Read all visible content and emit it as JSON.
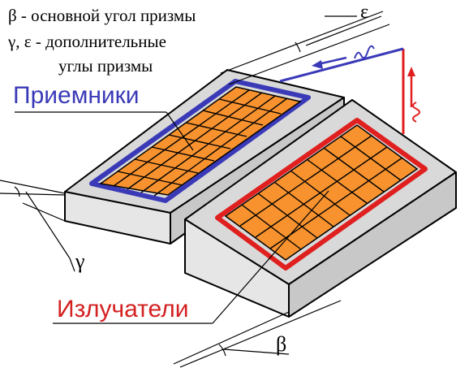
{
  "legend": {
    "line1": "β - основной угол призмы",
    "line2": "γ, ε - дополнительные",
    "line3": "углы призмы"
  },
  "labels": {
    "receivers": "Приемники",
    "emitters": "Излучатели",
    "beta": "β",
    "gamma": "γ",
    "epsilon": "ε"
  },
  "colors": {
    "receiver_frame": "#3a3ab8",
    "emitter_frame": "#e01f1f",
    "cell_fill": "#f7922e",
    "top_face": "#d9d9d9",
    "side_face": "#c4c4c4",
    "front_face": "#e3e3e3",
    "blue_arrow": "#3a3ab8",
    "red_arrow": "#e01f1f"
  }
}
